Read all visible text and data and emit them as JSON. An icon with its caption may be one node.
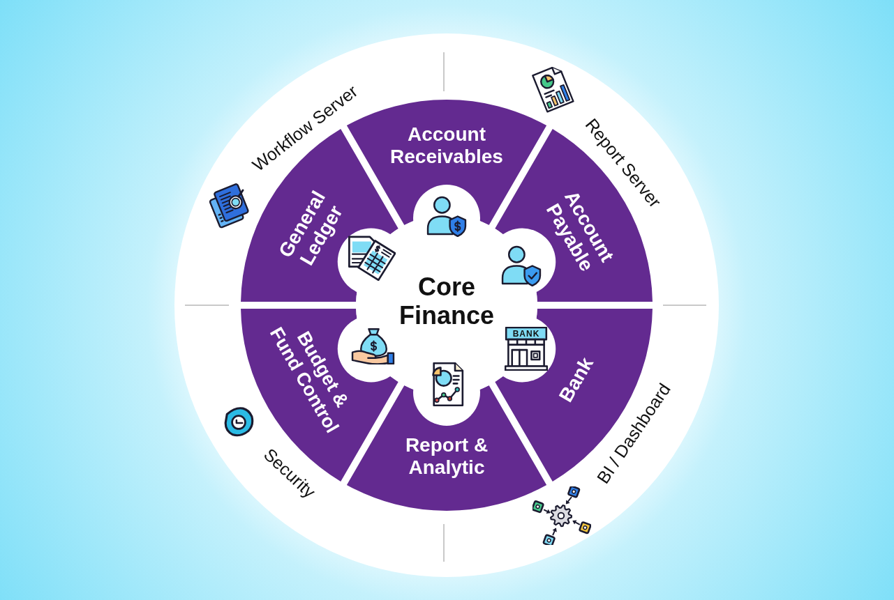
{
  "diagram": {
    "nodes": [
      {
        "text": [
          "Account Receivables"
        ]
      },
      {
        "text": [
          "Account Payable"
        ]
      },
      {
        "text": [
          "Bank"
        ]
      },
      {
        "text": [
          "Report & Analytic"
        ]
      },
      {
        "text": [
          "Budget & Fund Control"
        ]
      },
      {
        "text": [
          "General Ledger"
        ]
      },
      {
        "text": [
          "Core Finance"
        ]
      }
    ],
    "labels": [
      "Workflow Server",
      "Report Server",
      "BANK",
      "BI / Dashboard",
      "Security"
    ]
  }
}
